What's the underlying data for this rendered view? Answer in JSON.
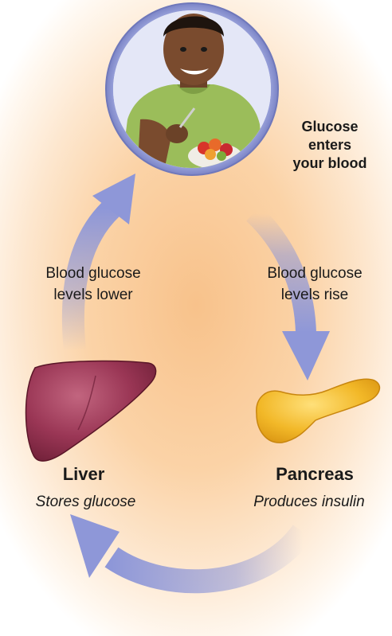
{
  "steps": {
    "enter": {
      "line1": "Glucose",
      "line2": "enters",
      "line3": "your blood"
    },
    "rise": {
      "line1": "Blood glucose",
      "line2": "levels rise"
    },
    "pancreas": {
      "title": "Pancreas",
      "subtitle": "Produces insulin"
    },
    "liver": {
      "title": "Liver",
      "subtitle": "Stores glucose"
    },
    "lower": {
      "line1": "Blood glucose",
      "line2": "levels lower"
    }
  },
  "colors": {
    "background_center": "#f8c28b",
    "arrow": "#8e97d8",
    "liver": "#8a2c48",
    "pancreas": "#f0b321",
    "portrait_ring": "#8f98d4"
  },
  "icons": [
    "person-eating-icon",
    "liver-icon",
    "pancreas-icon"
  ]
}
